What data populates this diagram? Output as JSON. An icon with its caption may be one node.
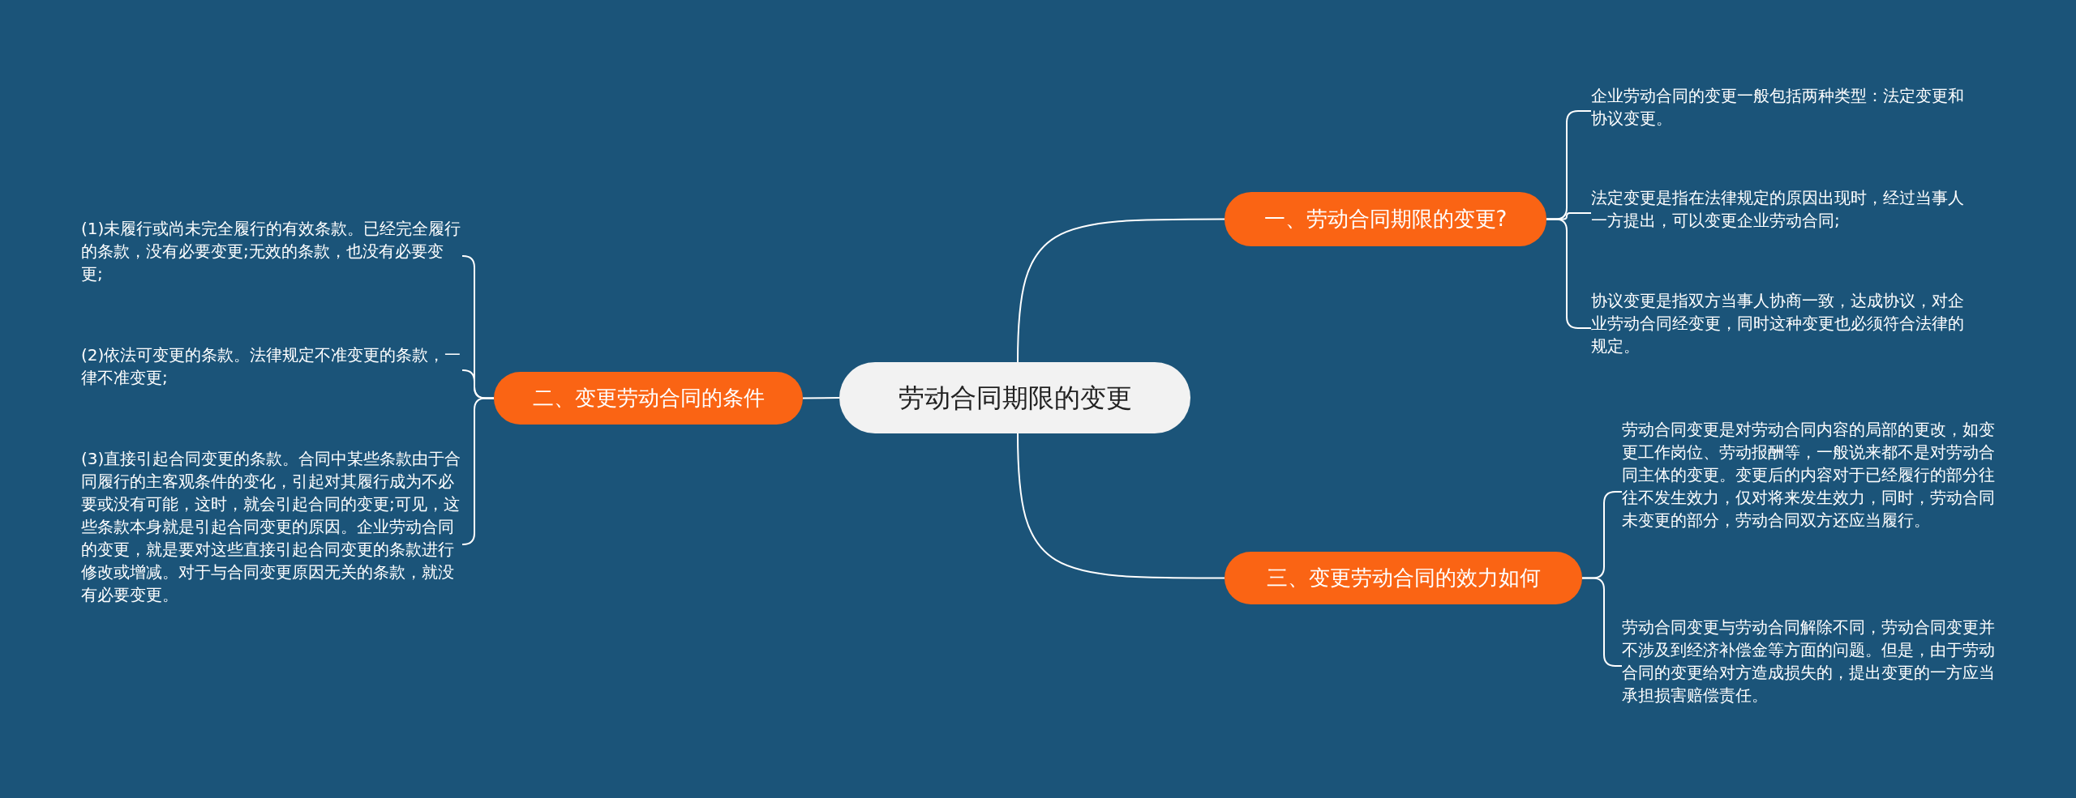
{
  "diagram": {
    "nodes": [
      {
        "text": [
          "劳动合同期限的变更"
        ]
      },
      {
        "text": [
          "一、劳动合同期限的变更?"
        ]
      },
      {
        "text": [
          "企业劳动合同的变更一般包括两种类型：法定变更和协议变更。"
        ]
      },
      {
        "text": [
          "法定变更是指在法律规定的原因出现时，经过当事人一方提出，可以变更企业劳动合同;"
        ]
      },
      {
        "text": [
          "协议变更是指双方当事人协商一致，达成协议，对企业劳动合同经变更，同时这种变更也必须符合法律的规定。"
        ]
      },
      {
        "text": [
          "二、变更劳动合同的条件"
        ]
      },
      {
        "text": [
          "(1)未履行或尚未完全履行的有效条款。已经完全履行的条款，没有必要变更;无效的条款，也没有必要变更;"
        ]
      },
      {
        "text": [
          "(2)依法可变更的条款。法律规定不准变更的条款，一律不准变更;"
        ]
      },
      {
        "text": [
          "(3)直接引起合同变更的条款。合同中某些条款由于合同履行的主客观条件的变化，引起对其履行成为不必要或没有可能，这时，就会引起合同的变更;可见，这些条款本身就是引起合同变更的原因。企业劳动合同的变更，就是要对这些直接引起合同变更的条款进行修改或增减。对于与合同变更原因无关的条款，就没有必要变更。"
        ]
      },
      {
        "text": [
          "三、变更劳动合同的效力如何"
        ]
      },
      {
        "text": [
          "劳动合同变更是对劳动合同内容的局部的更改，如变更工作岗位、劳动报酬等，一般说来都不是对劳动合同主体的变更。变更后的内容对于已经履行的部分往往不发生效力，仅对将来发生效力，同时，劳动合同未变更的部分，劳动合同双方还应当履行。"
        ]
      },
      {
        "text": [
          "劳动合同变更与劳动合同解除不同，劳动合同变更并不涉及到经济补偿金等方面的问题。但是，由于劳动合同的变更给对方造成损失的，提出变更的一方应当承担损害赔偿责任。"
        ]
      }
    ],
    "edges": [
      {
        "from": 0,
        "to": 1,
        "arrow": "none"
      },
      {
        "from": 1,
        "to": 2,
        "arrow": "none"
      },
      {
        "from": 1,
        "to": 3,
        "arrow": "none"
      },
      {
        "from": 1,
        "to": 4,
        "arrow": "none"
      },
      {
        "from": 0,
        "to": 5,
        "arrow": "none"
      },
      {
        "from": 5,
        "to": 6,
        "arrow": "none"
      },
      {
        "from": 5,
        "to": 7,
        "arrow": "none"
      },
      {
        "from": 5,
        "to": 8,
        "arrow": "none"
      },
      {
        "from": 0,
        "to": 9,
        "arrow": "none"
      },
      {
        "from": 9,
        "to": 10,
        "arrow": "none"
      },
      {
        "from": 9,
        "to": 11,
        "arrow": "none"
      }
    ]
  }
}
